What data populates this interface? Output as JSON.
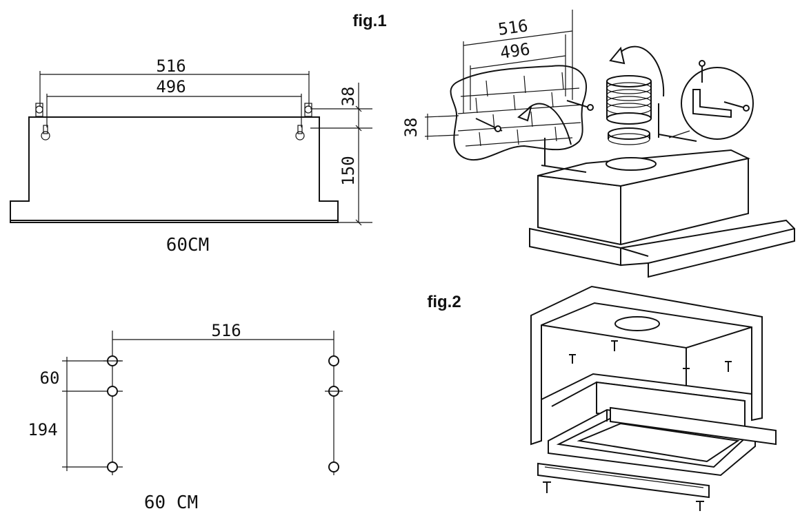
{
  "figures": {
    "fig1_label": "fig.1",
    "fig2_label": "fig.2"
  },
  "front_view": {
    "dim_outer": "516",
    "dim_inner": "496",
    "dim_top": "38",
    "dim_height": "150",
    "caption": "60CM"
  },
  "hole_layout": {
    "dim_width": "516",
    "dim_top": "60",
    "dim_middle": "194",
    "caption": "60 CM"
  },
  "wall_mount": {
    "dim_outer": "516",
    "dim_inner": "496",
    "dim_side": "38"
  }
}
